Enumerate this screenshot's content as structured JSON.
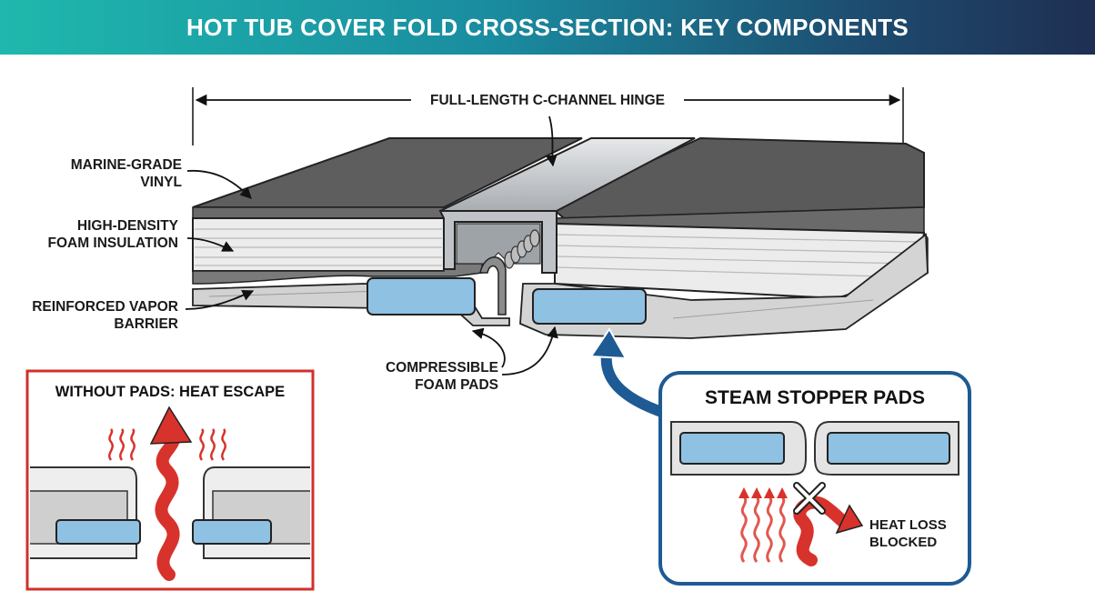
{
  "header": {
    "title": "HOT TUB COVER FOLD CROSS-SECTION: KEY COMPONENTS"
  },
  "labels": {
    "hinge": "FULL-LENGTH C-CHANNEL HINGE",
    "vinyl_line1": "MARINE-GRADE",
    "vinyl_line2": "VINYL",
    "foam_line1": "HIGH-DENSITY",
    "foam_line2": "FOAM INSULATION",
    "vapor_line1": "REINFORCED VAPOR",
    "vapor_line2": "BARRIER",
    "pads_line1": "COMPRESSIBLE",
    "pads_line2": "FOAM PADS"
  },
  "without_pads": {
    "title": "WITHOUT PADS: HEAT ESCAPE",
    "accent": "#d0312d"
  },
  "with_pads": {
    "title": "STEAM STOPPER PADS",
    "note_line1": "HEAT LOSS",
    "note_line2": "BLOCKED",
    "accent": "#1e5a94"
  },
  "colors": {
    "vinyl": "#5c5c5c",
    "foam": "#e9e9e9",
    "pad": "#8fc1e3",
    "channel": "#c9ccd0",
    "heat": "#d8322c"
  }
}
